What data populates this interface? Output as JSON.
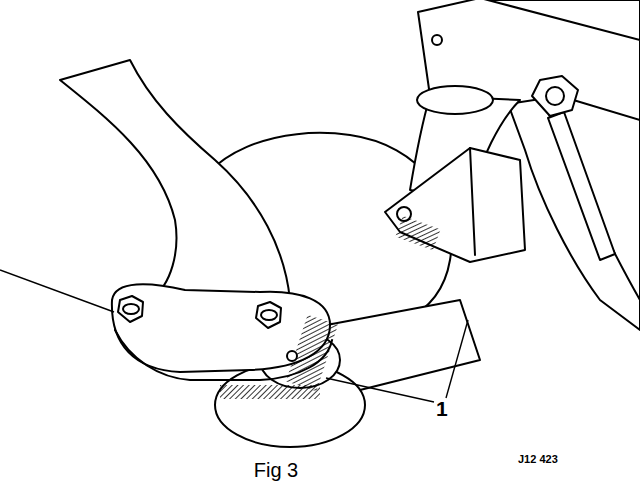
{
  "diagram": {
    "caption": "Fig 3",
    "labels": [
      "1",
      "J12 423"
    ]
  }
}
